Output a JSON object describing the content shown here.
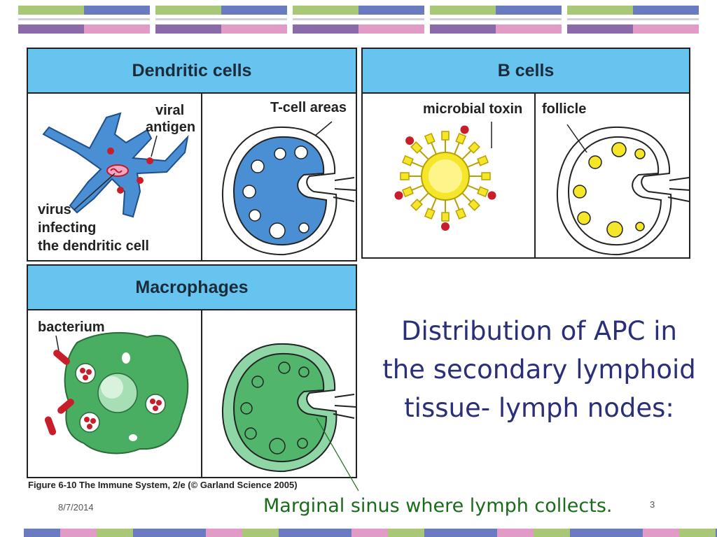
{
  "panels": {
    "dendritic": {
      "title": "Dendritic cells",
      "labels": {
        "viral_antigen_1": "viral",
        "viral_antigen_2": "antigen",
        "tcell_areas": "T-cell areas",
        "virus_1": "virus",
        "virus_2": "infecting",
        "virus_3": "the dendritic cell"
      }
    },
    "bcells": {
      "title": "B cells",
      "labels": {
        "microbial_toxin": "microbial toxin",
        "follicle": "follicle"
      }
    },
    "macrophages": {
      "title": "Macrophages",
      "labels": {
        "bacterium": "bacterium"
      }
    }
  },
  "figure_caption": "Figure 6-10 The Immune System, 2/e (© Garland Science 2005)",
  "slide_title": "Distribution of APC in the secondary lymphoid tissue- lymph nodes:",
  "annotation": "Marginal sinus where lymph collects.",
  "footer": {
    "date": "8/7/2014",
    "slide_number": "3"
  },
  "colors": {
    "title_text": "#2b2f7a",
    "annotation_text": "#1a6b1a",
    "panel_header": "#66c4ee",
    "dendritic_blue": "#4a8fd4",
    "bcell_yellow": "#f5e62a",
    "macrophage_green": "#4aae62",
    "band_green": "#a8c878",
    "band_blue": "#6a7bbf",
    "band_purple": "#8a6aa8",
    "band_pink": "#e29ac6"
  }
}
